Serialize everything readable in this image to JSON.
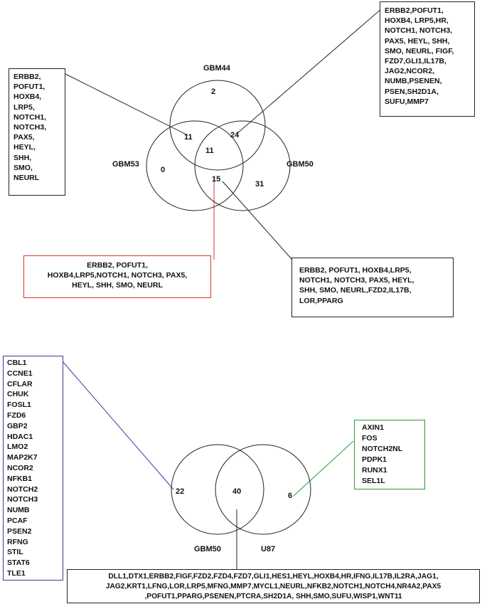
{
  "venn_top": {
    "sets": [
      "GBM44",
      "GBM53",
      "GBM50"
    ],
    "regions": {
      "gbm44_only": "2",
      "gbm44_gbm53": "11",
      "gbm44_gbm50": "24",
      "all_three": "11",
      "gbm53_only": "0",
      "gbm53_gbm50": "15",
      "gbm50_only": "31"
    }
  },
  "venn_bottom": {
    "sets": [
      "GBM50",
      "U87"
    ],
    "regions": {
      "gbm50_only": "22",
      "both": "40",
      "u87_only": "6"
    }
  },
  "gene_boxes": {
    "top_left": [
      "ERBB2,",
      "POFUT1,",
      "HOXB4,",
      "LRP5,",
      "NOTCH1,",
      "NOTCH3,",
      "PAX5,",
      "HEYL,",
      "SHH,",
      "SMO,",
      "NEURL"
    ],
    "top_right": [
      "ERBB2,POFUT1,",
      "HOXB4, LRP5,HR,",
      "NOTCH1, NOTCH3,",
      "PAX5, HEYL, SHH,",
      "SMO, NEURL, FIGF,",
      "FZD7,GLI1,IL17B,",
      "JAG2,NCOR2,",
      "NUMB,PSENEN,",
      "PSEN,SH2D1A,",
      "SUFU,MMP7"
    ],
    "mid_red": [
      "ERBB2, POFUT1,",
      "HOXB4,LRP5,NOTCH1, NOTCH3, PAX5,",
      "HEYL, SHH, SMO, NEURL"
    ],
    "mid_right": [
      "ERBB2, POFUT1, HOXB4,LRP5,",
      "NOTCH1, NOTCH3, PAX5, HEYL,",
      "SHH, SMO, NEURL,FZD2,IL17B,",
      "LOR,PPARG"
    ],
    "bottom_left_blue": [
      "CBL1",
      "CCNE1",
      "CFLAR",
      "CHUK",
      "FOSL1",
      "FZD6",
      "GBP2",
      "HDAC1",
      "LMO2",
      "MAP2K7",
      "NCOR2",
      "NFKB1",
      "NOTCH2",
      "NOTCH3",
      "NUMB",
      "PCAF",
      "PSEN2",
      "RFNG",
      "STIL",
      "STAT6",
      "TLE1"
    ],
    "bottom_right_green": [
      "AXIN1",
      "FOS",
      "NOTCH2NL",
      "PDPK1",
      "RUNX1",
      "SEL1L"
    ],
    "bottom_center": [
      "DLL1,DTX1,ERBB2,FIGF,FZD2,FZD4,FZD7,GLI1,HES1,HEYL,HOXB4,HR,IFNG,IL17B,IL2RA,JAG1,",
      "JAG2,KRT1,LFNG,LOR,LRP5,MFNG,MMP7,MYCL1,NEURL,NFKB2,NOTCH1,NOTCH4,NR4A2,PAX5",
      ",POFUT1,PPARG,PSENEN,PTCRA,SH2D1A, SHH,SMO,SUFU,WISP1,WNT11"
    ]
  },
  "colors": {
    "red": "#d2382c",
    "blue": "#3a3a9c",
    "green": "#2e9a2e",
    "black": "#222222"
  }
}
